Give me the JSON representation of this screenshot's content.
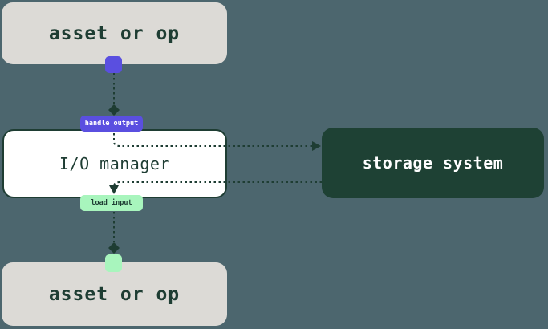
{
  "diagram": {
    "title": "io-manager-flow-diagram",
    "colors": {
      "background": "#4c666e",
      "ink": "#1e3d33",
      "asset_box_fill": "#dcdad6",
      "storage_fill": "#1e4134",
      "output_accent": "#5a4fe0",
      "input_accent": "#a8f5bd",
      "io_box_fill": "#ffffff"
    },
    "nodes": {
      "asset_top": {
        "label": "asset or op"
      },
      "io_manager": {
        "label": "I/O manager"
      },
      "storage_system": {
        "label": "storage system"
      },
      "asset_bottom": {
        "label": "asset or op"
      }
    },
    "edges": {
      "handle_output": {
        "label": "handle output"
      },
      "load_input": {
        "label": "load input"
      }
    }
  }
}
